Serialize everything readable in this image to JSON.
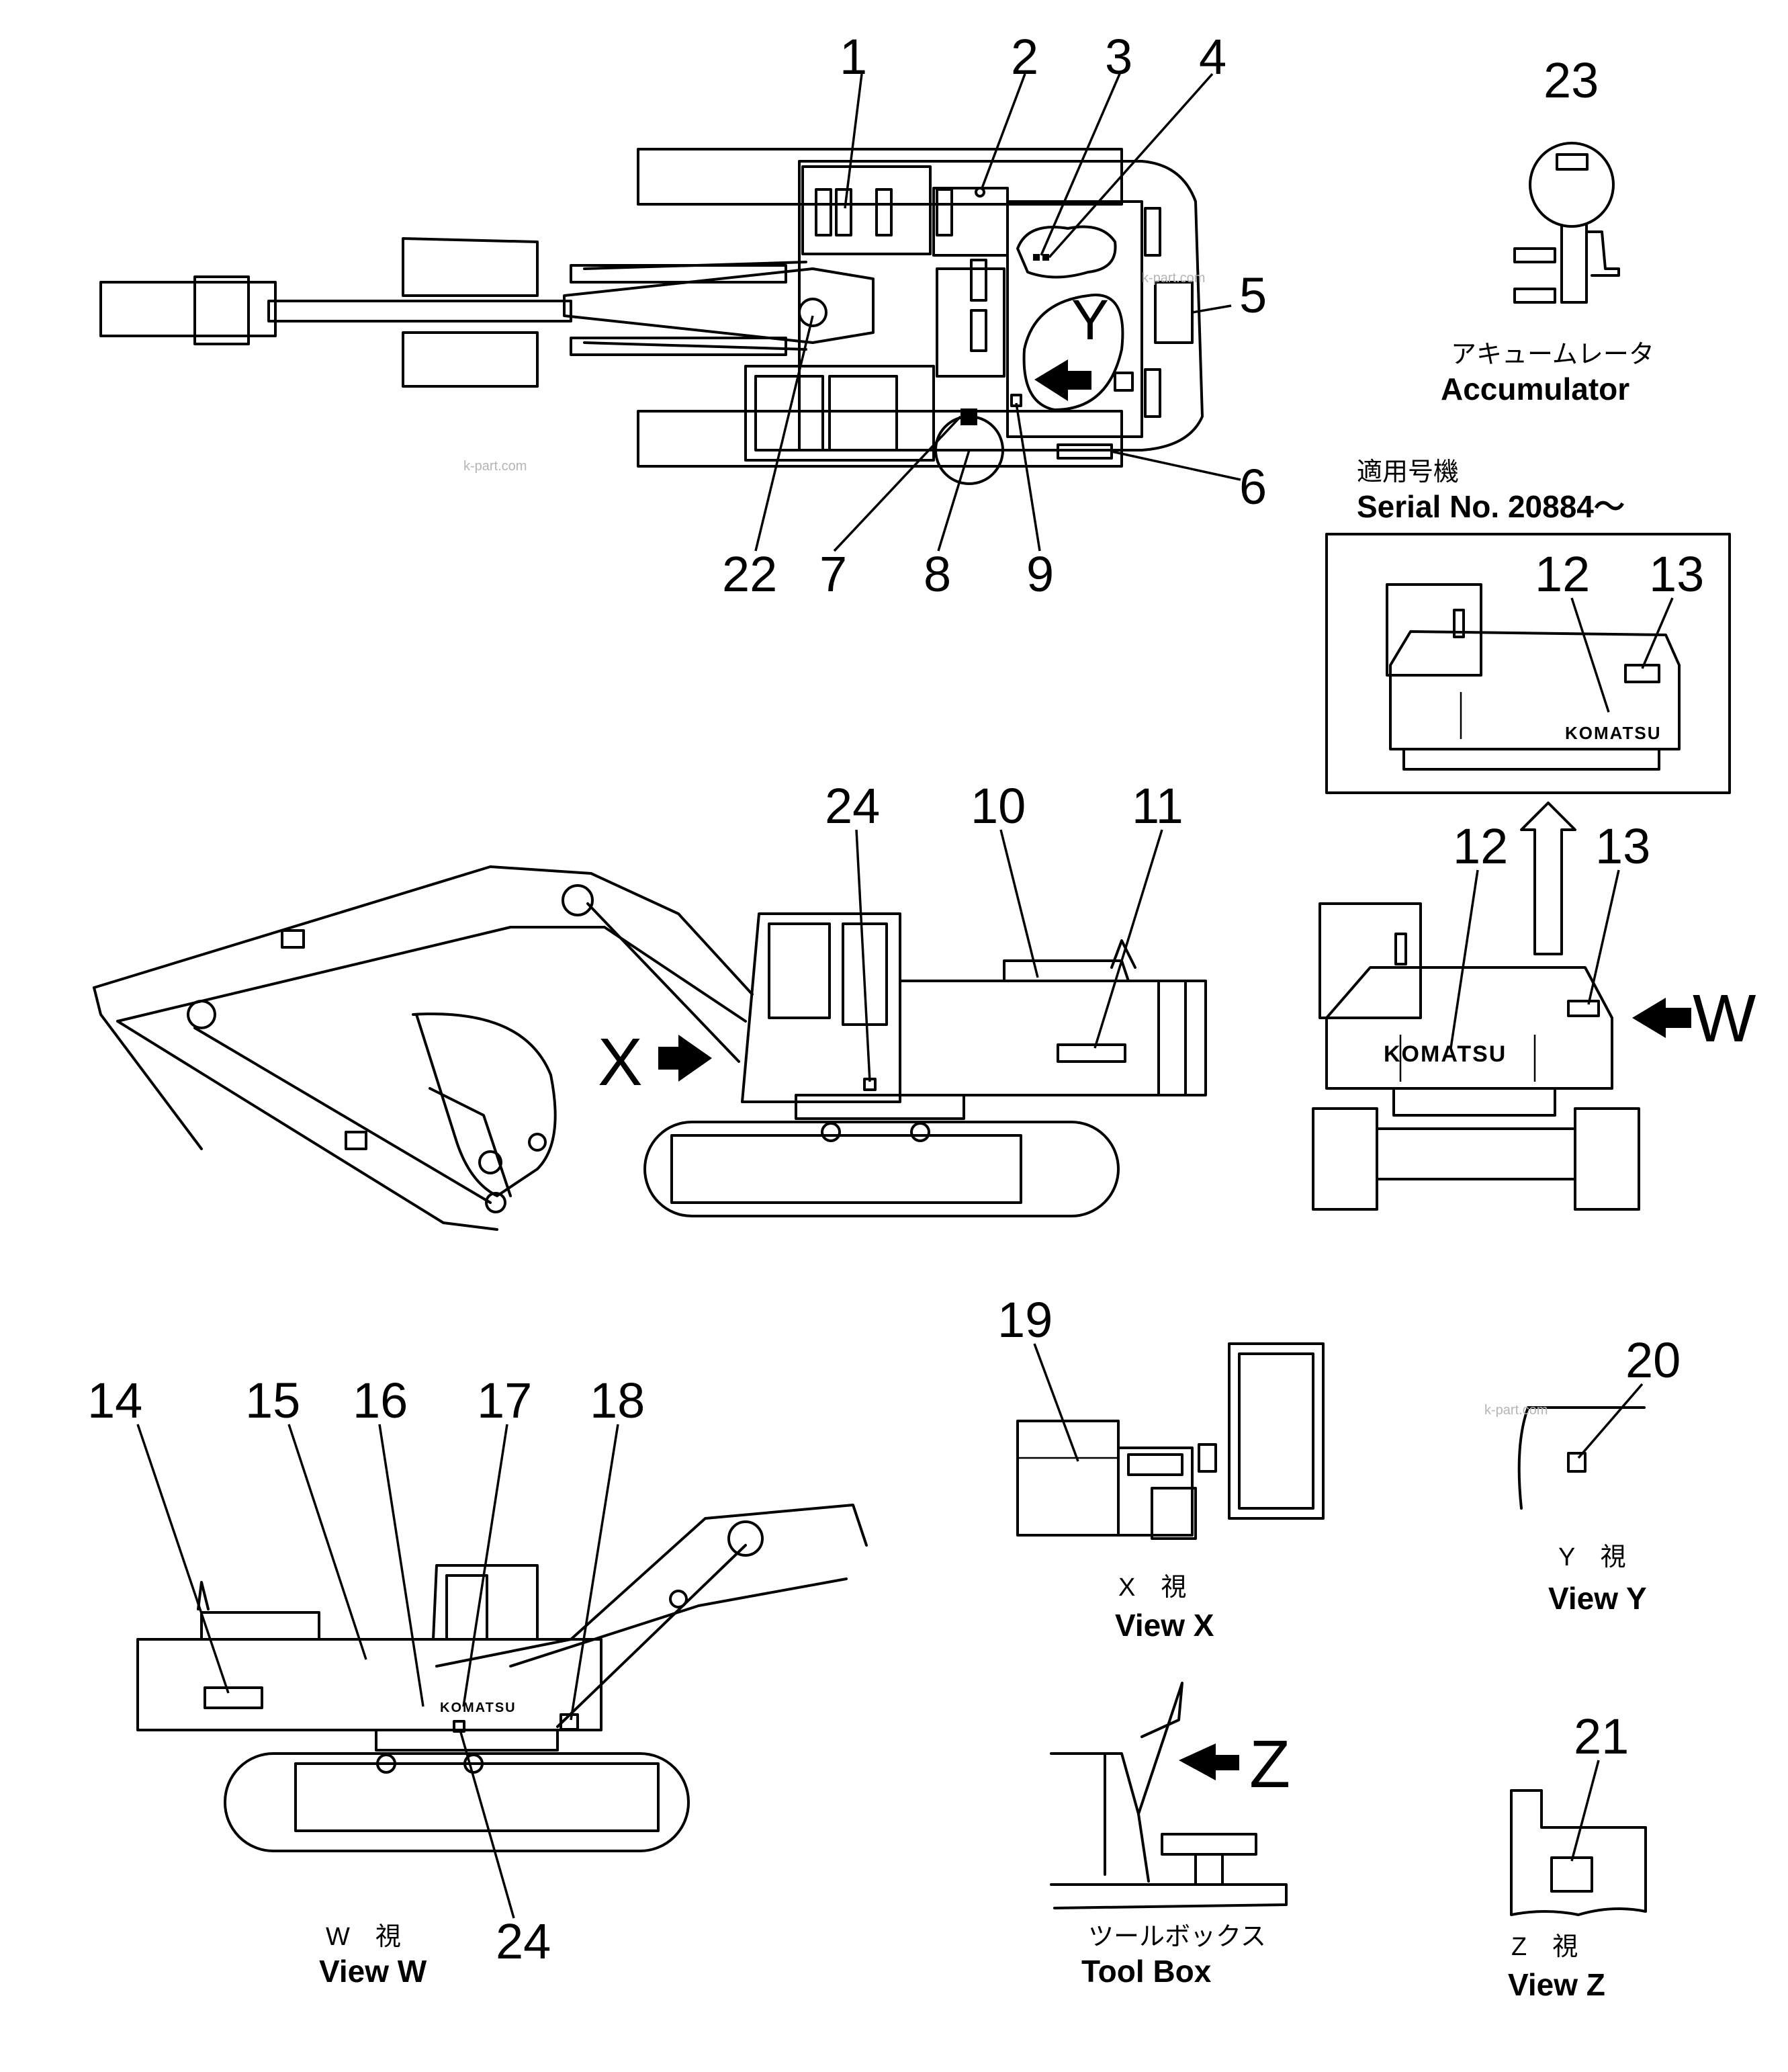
{
  "callouts": [
    "1",
    "2",
    "3",
    "4",
    "5",
    "6",
    "7",
    "8",
    "9",
    "10",
    "11",
    "12",
    "13",
    "14",
    "15",
    "16",
    "17",
    "18",
    "19",
    "20",
    "21",
    "22",
    "23",
    "24"
  ],
  "view_letters": {
    "x": "X",
    "y": "Y",
    "w": "W",
    "z": "Z"
  },
  "accumulator": {
    "label_jp": "アキュームレータ",
    "label_en": "Accumulator"
  },
  "serial": {
    "label_jp": "適用号機",
    "label_en": "Serial  No. 20884～"
  },
  "views": {
    "x": {
      "jp": "X　視",
      "en": "View  X"
    },
    "y": {
      "jp": "Y　視",
      "en": "View  Y"
    },
    "w": {
      "jp": "W　視",
      "en": "View  W"
    },
    "z": {
      "jp": "Z　視",
      "en": "View  Z"
    }
  },
  "toolbox": {
    "label_jp": "ツールボックス",
    "label_en": "Tool  Box"
  },
  "brand": {
    "name": "KOMATSU",
    "small": "KOMATSU"
  },
  "watermark": "k-part.com",
  "colors": {
    "ink": "#000000",
    "paper": "#ffffff",
    "watermark": "#b5b5b5"
  }
}
